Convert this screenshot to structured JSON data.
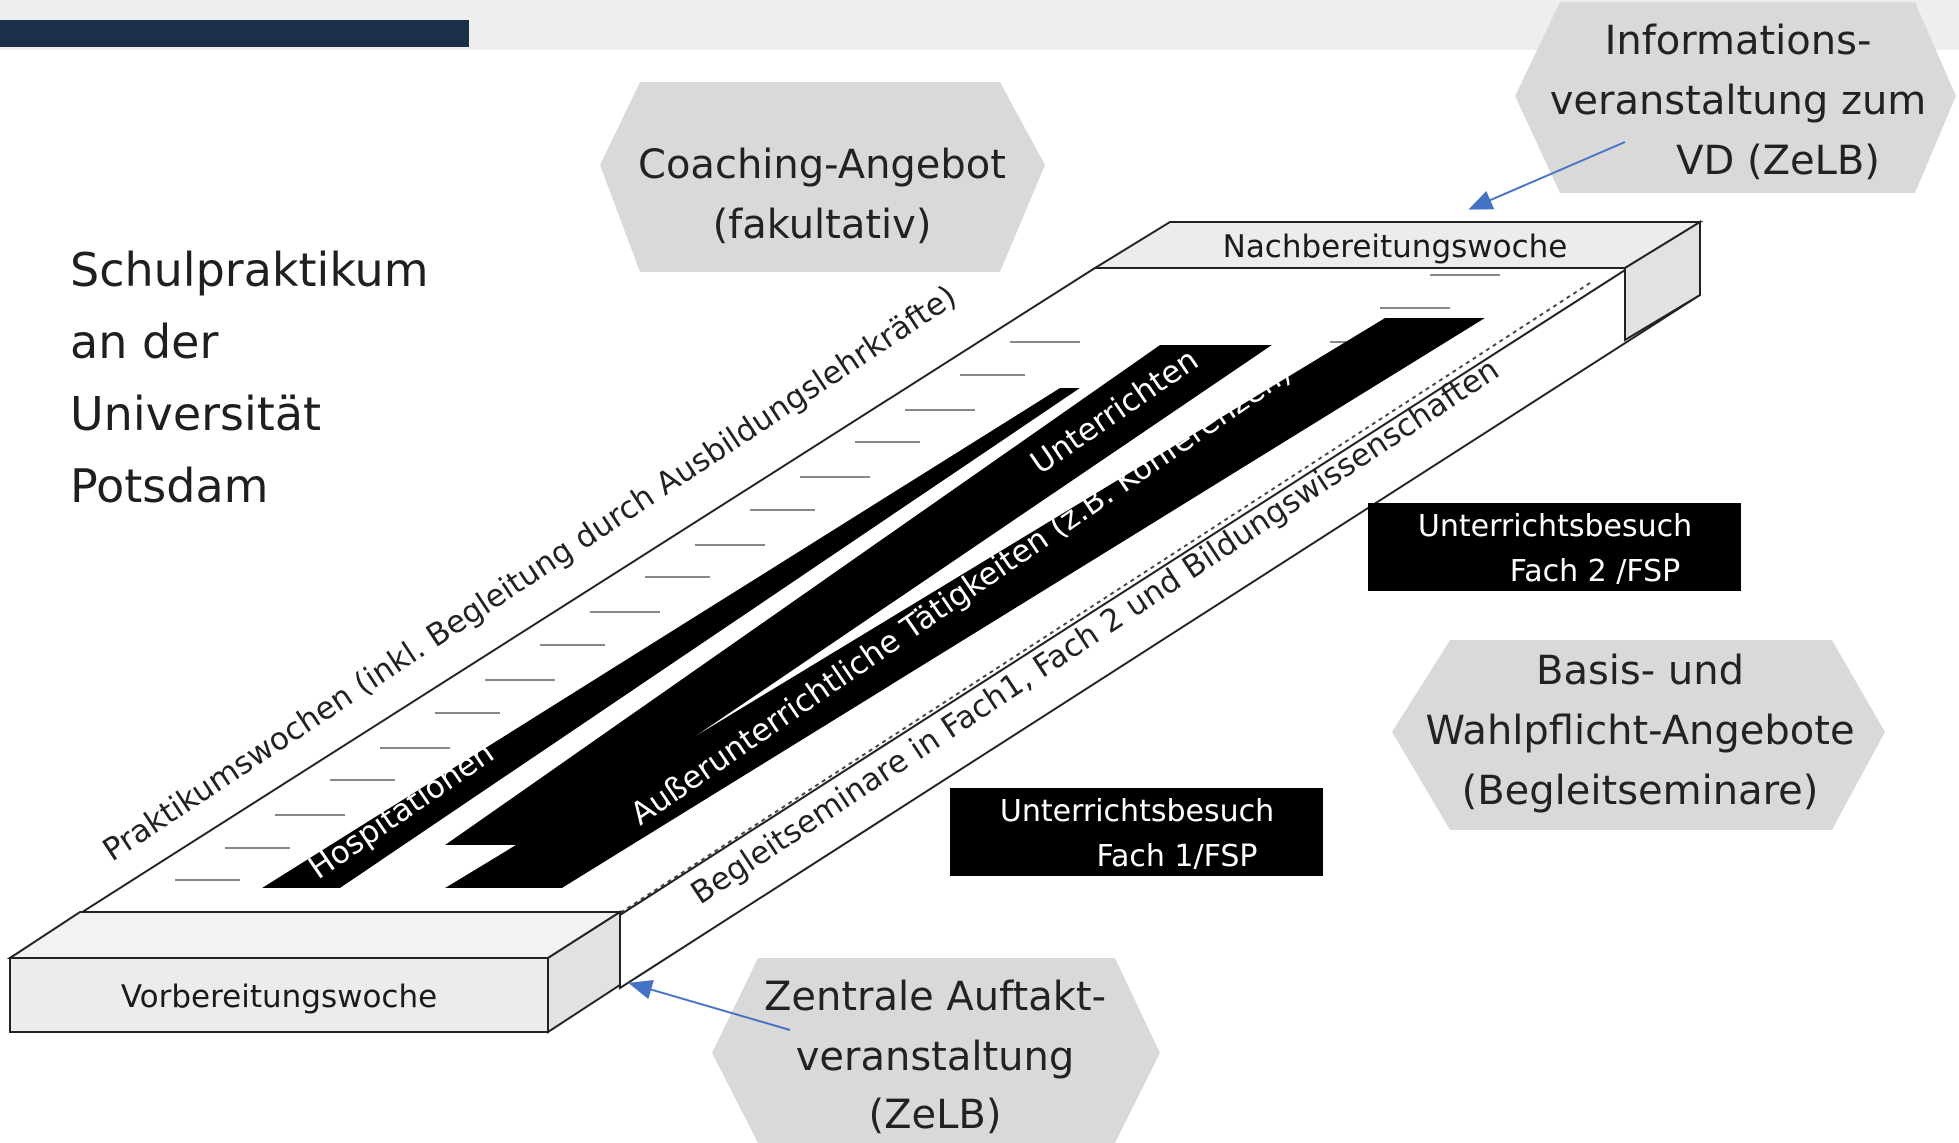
{
  "title": [
    "Schulpraktikum",
    "an der",
    "Universität",
    "Potsdam"
  ],
  "hexagons": {
    "coaching": [
      "Coaching-Angebot",
      "(fakultativ)"
    ],
    "information": [
      "Informations-",
      "veranstaltung zum",
      "VD (ZeLB)"
    ],
    "basis": [
      "Basis- und",
      "Wahlpflicht-Angebote",
      "(Begleitseminare)"
    ],
    "auftakt": [
      "Zentrale Auftakt-",
      "veranstaltung",
      "(ZeLB)"
    ]
  },
  "blocks": {
    "vorbereitung": "Vorbereitungswoche",
    "nachbereitung": "Nachbereitungswoche"
  },
  "track_labels": {
    "praktikumswochen": "Praktikumswochen (inkl. Begleitung durch Ausbildungslehrkräfte)",
    "begleitseminare": "Begleitseminare in Fach1, Fach 2 und Bildungswissenschaften"
  },
  "strips": {
    "hospitationen": "Hospitationen",
    "unterrichten": "Unterrichten",
    "ausserunterrichtlich": "Außerunterrichtliche Tätigkeiten (z.B. Konferenzen)"
  },
  "visits": {
    "fach1": [
      "Unterrichtsbesuch",
      "Fach 1/FSP"
    ],
    "fach2": [
      "Unterrichtsbesuch",
      "Fach 2 /FSP"
    ]
  },
  "colors": {
    "header_bar": "#1b2e4a",
    "header_strip": "#eeeeee",
    "hexagon_fill": "#d9d9d9",
    "arrow": "#4472c4",
    "strip_fill": "#000000",
    "block_fill": "#ececec"
  }
}
